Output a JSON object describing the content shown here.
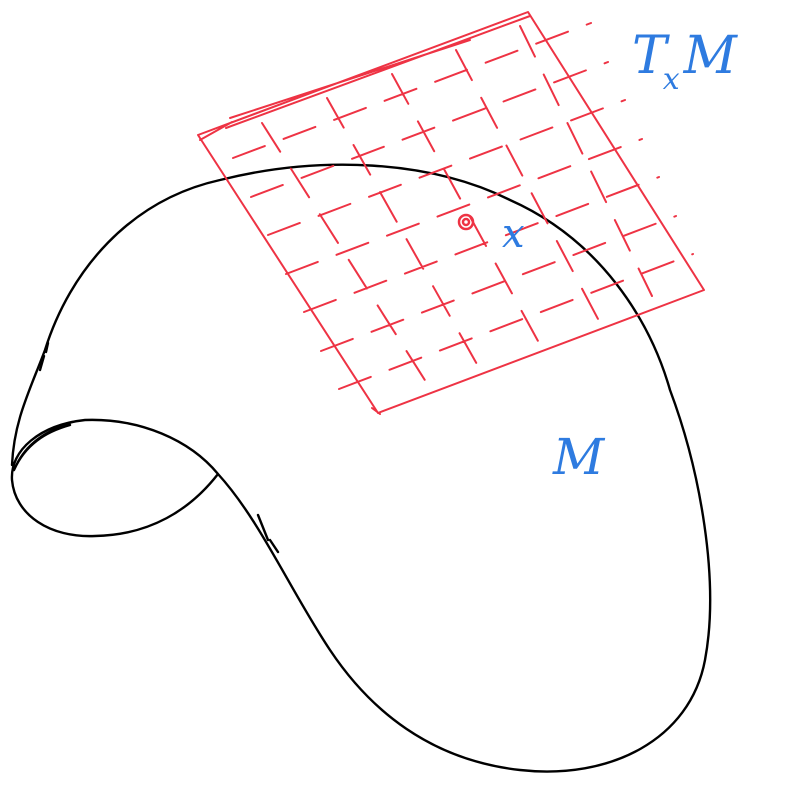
{
  "colors": {
    "manifold": "#000000",
    "tangent_plane": "#ee3344",
    "point": "#ee3344",
    "labels": "#2e7be0"
  },
  "labels": {
    "tangent_main": "T",
    "tangent_sub": "x",
    "tangent_tail": "M",
    "point": "x",
    "manifold": "M"
  }
}
